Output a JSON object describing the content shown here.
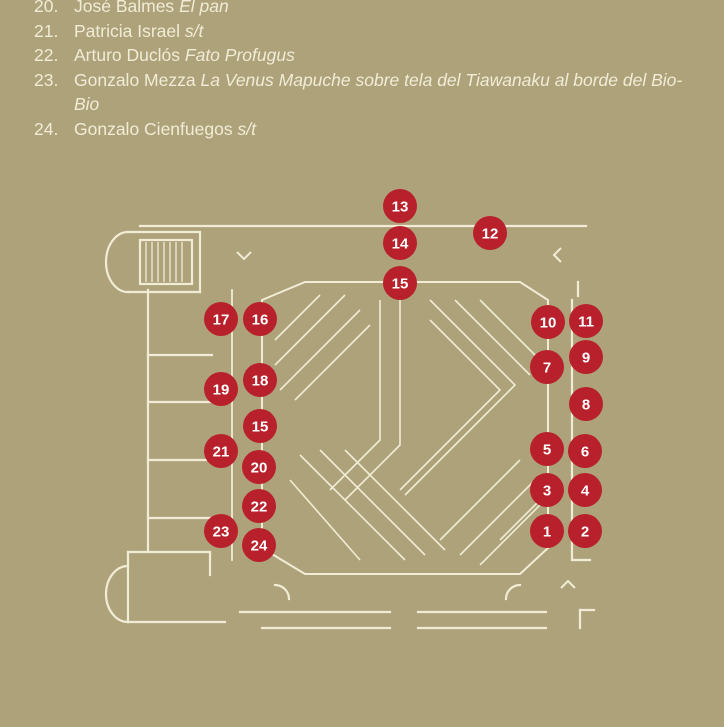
{
  "legend": [
    {
      "num": "20.",
      "artist": "José Balmes",
      "work": "El pan"
    },
    {
      "num": "21.",
      "artist": "Patricia Israel",
      "work": "s/t"
    },
    {
      "num": "22.",
      "artist": "Arturo Duclós",
      "work": "Fato Profugus"
    },
    {
      "num": "23.",
      "artist": "Gonzalo Mezza",
      "work": "La Venus Mapuche sobre tela del Tiawanaku al borde del Bio-Bio"
    },
    {
      "num": "24.",
      "artist": "Gonzalo Cienfuegos",
      "work": "s/t"
    }
  ],
  "markers": [
    "1",
    "2",
    "3",
    "4",
    "5",
    "6",
    "7",
    "8",
    "9",
    "10",
    "11",
    "12",
    "13",
    "14",
    "15",
    "15",
    "16",
    "17",
    "18",
    "19",
    "20",
    "21",
    "22",
    "23",
    "24"
  ],
  "colors": {
    "background": "#aea27a",
    "line": "#f1ecd6",
    "marker": "#b8202b",
    "marker_text": "#ffffff"
  },
  "icons": [
    "chevron-down-icon",
    "chevron-left-icon",
    "chevron-up-icon"
  ]
}
